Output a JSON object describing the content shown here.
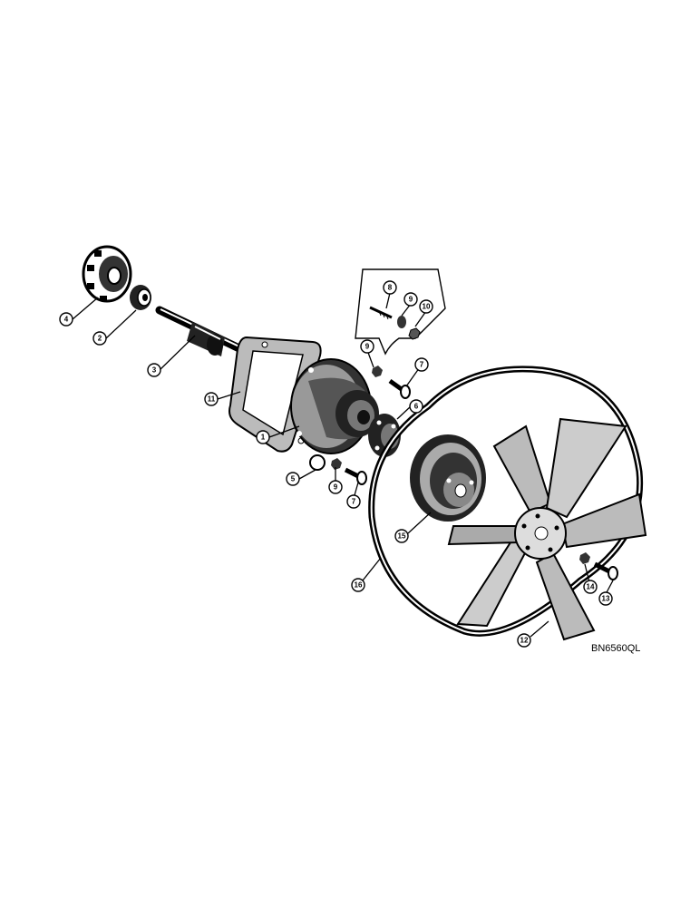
{
  "diagram": {
    "drawing_code": "BN6560QL",
    "callouts": [
      {
        "id": "c1",
        "label": "1"
      },
      {
        "id": "c2",
        "label": "2"
      },
      {
        "id": "c3",
        "label": "3"
      },
      {
        "id": "c4",
        "label": "4"
      },
      {
        "id": "c5",
        "label": "5"
      },
      {
        "id": "c6",
        "label": "6"
      },
      {
        "id": "c7a",
        "label": "7"
      },
      {
        "id": "c7b",
        "label": "7"
      },
      {
        "id": "c8",
        "label": "8"
      },
      {
        "id": "c9a",
        "label": "9"
      },
      {
        "id": "c9b",
        "label": "9"
      },
      {
        "id": "c9c",
        "label": "9"
      },
      {
        "id": "c10",
        "label": "10"
      },
      {
        "id": "c11",
        "label": "11"
      },
      {
        "id": "c12",
        "label": "12"
      },
      {
        "id": "c13",
        "label": "13"
      },
      {
        "id": "c14",
        "label": "14"
      },
      {
        "id": "c15",
        "label": "15"
      },
      {
        "id": "c16",
        "label": "16"
      }
    ]
  }
}
